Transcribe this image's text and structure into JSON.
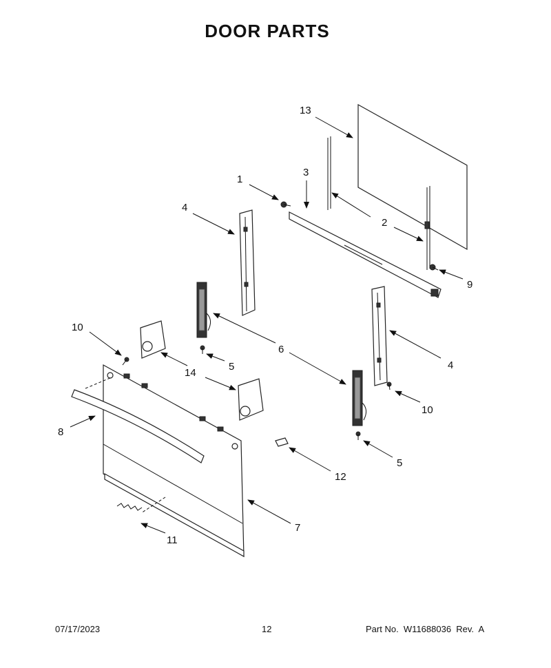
{
  "title": "DOOR PARTS",
  "callouts": {
    "c1": "1",
    "c2": "2",
    "c3": "3",
    "c4a": "4",
    "c4b": "4",
    "c5a": "5",
    "c5b": "5",
    "c6": "6",
    "c7": "7",
    "c8": "8",
    "c9": "9",
    "c10a": "10",
    "c10b": "10",
    "c11": "11",
    "c12": "12",
    "c13": "13",
    "c14": "14"
  },
  "footer": {
    "date": "07/17/2023",
    "page": "12",
    "part": "Part No.  W11688036  Rev.  A"
  }
}
